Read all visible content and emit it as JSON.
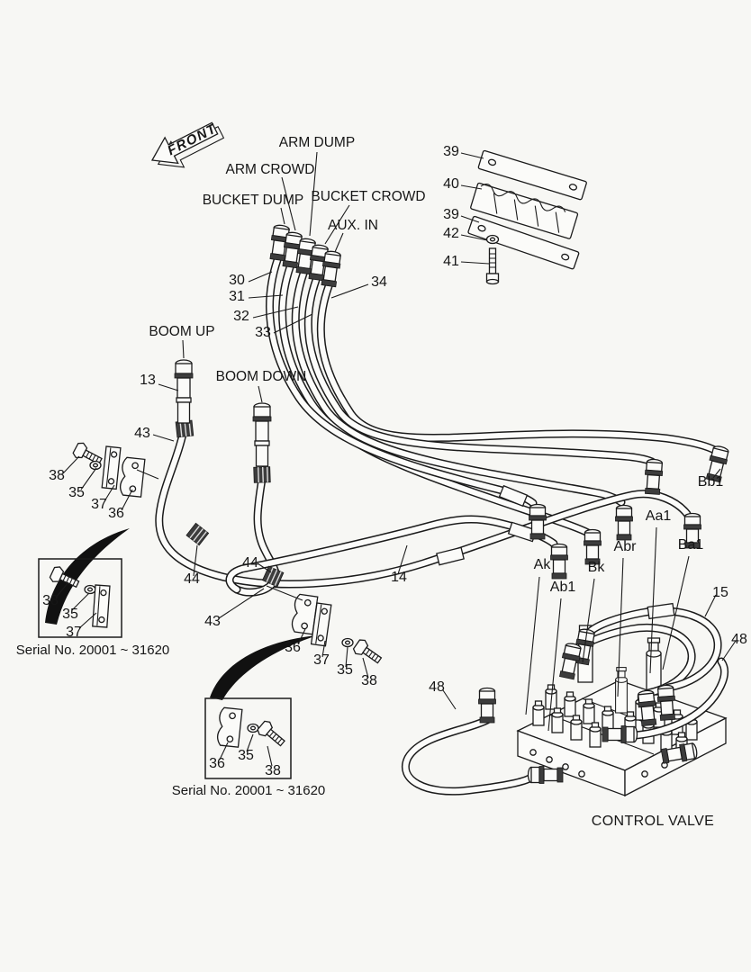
{
  "colors": {
    "background": "#f7f7f4",
    "ink": "#1b1b1b"
  },
  "direction_arrow": {
    "label": "FRONT"
  },
  "hose_labels": {
    "arm_dump": "ARM DUMP",
    "arm_crowd": "ARM CROWD",
    "bucket_dump": "BUCKET DUMP",
    "bucket_crowd": "BUCKET CROWD",
    "aux_in": "AUX. IN",
    "boom_up": "BOOM UP",
    "boom_down": "BOOM DOWN"
  },
  "callouts": {
    "n13": "13",
    "n14": "14",
    "n15": "15",
    "n30": "30",
    "n31": "31",
    "n32": "32",
    "n33": "33",
    "n34": "34",
    "n35": "35",
    "n36": "36",
    "n37": "37",
    "n38": "38",
    "n39": "39",
    "n40": "40",
    "n41": "41",
    "n42": "42",
    "n43": "43",
    "n44": "44",
    "n48": "48"
  },
  "valve_ports": {
    "ak": "Ak",
    "ab1": "Ab1",
    "bk": "Bk",
    "abr": "Abr",
    "aa1": "Aa1",
    "ba1": "Ba1",
    "bb1": "Bb1"
  },
  "notes": {
    "serial_upper": "Serial No. 20001 ~ 31620",
    "serial_lower": "Serial No. 20001 ~ 31620"
  },
  "control_valve": {
    "label": "CONTROL VALVE"
  }
}
